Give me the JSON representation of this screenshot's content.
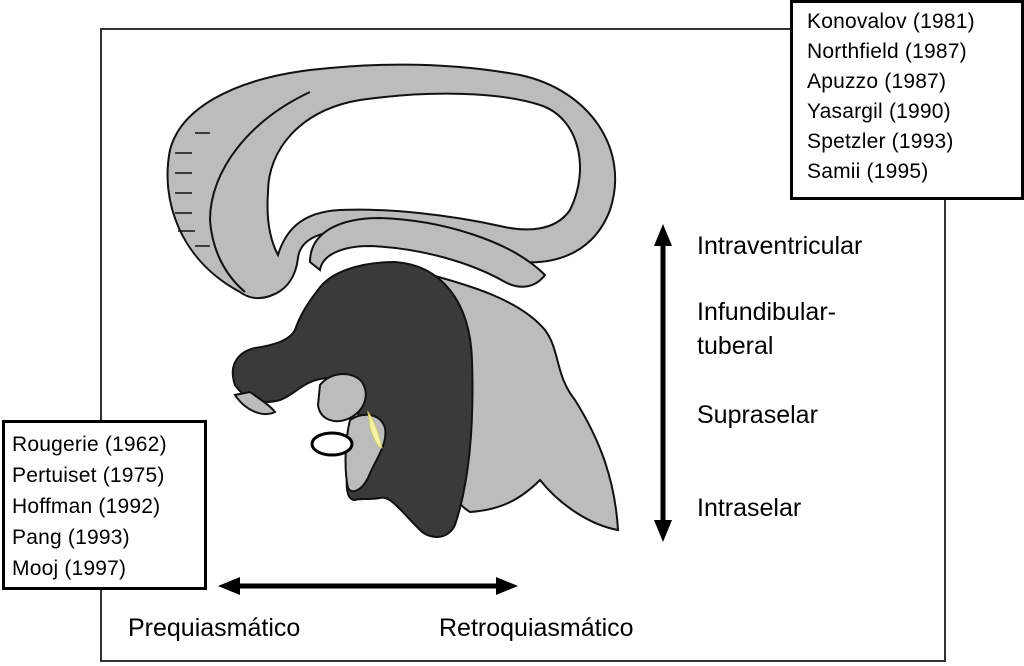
{
  "references_top_right": [
    "Konovalov  (1981)",
    "Northfield  (1987)",
    "Apuzzo  (1987)",
    "Yasargil  (1990)",
    "Spetzler  (1993)",
    "Samii  (1995)"
  ],
  "references_bottom_left": [
    "Rougerie (1962)",
    "Pertuiset (1975)",
    "Hoffman  (1992)",
    "Pang  (1993)",
    "Mooj  (1997)"
  ],
  "vertical_levels": {
    "intraventricular": "Intraventricular",
    "infundibular_line1": "Infundibular-",
    "infundibular_line2": "tuberal",
    "supraselar": "Supraselar",
    "intraselar": "Intraselar"
  },
  "horizontal_axis": {
    "left": "Prequiasmático",
    "right": "Retroquiasmático"
  },
  "colors": {
    "light_tissue": "#bcbcbc",
    "dark_tissue": "#3a3a3a",
    "highlight": "#f4f3a6"
  }
}
